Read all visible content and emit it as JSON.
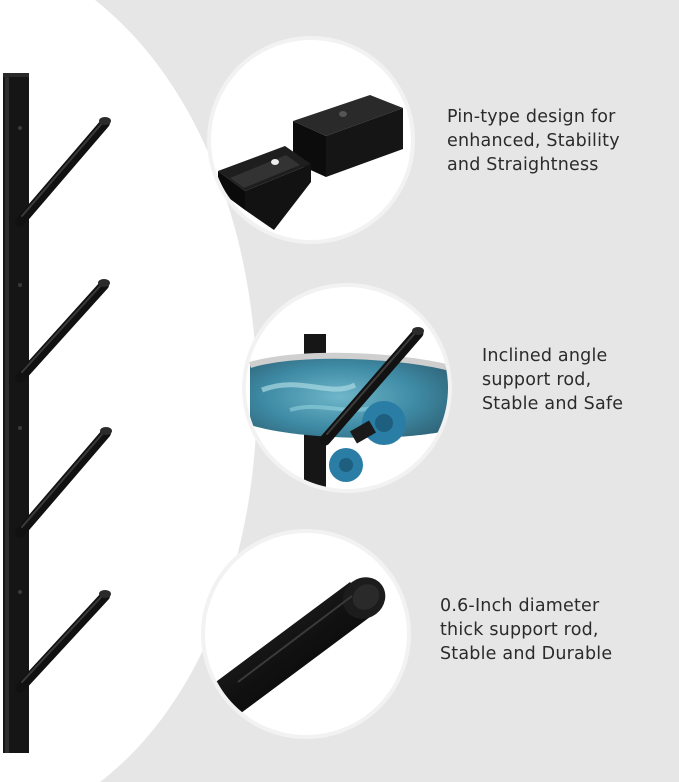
{
  "colors": {
    "background": "#e6e6e6",
    "panel": "#ffffff",
    "metal": "#141414",
    "skateboard_wheel": "#2a7ea6",
    "text": "#2b2b2b"
  },
  "callouts": [
    {
      "lines": [
        "Pin-type design for",
        "enhanced, Stability",
        "and Straightness"
      ]
    },
    {
      "lines": [
        "Inclined angle",
        "support rod,",
        "Stable and Safe"
      ]
    },
    {
      "lines": [
        "0.6-Inch diameter",
        "thick support rod,",
        "Stable and Durable"
      ]
    }
  ]
}
